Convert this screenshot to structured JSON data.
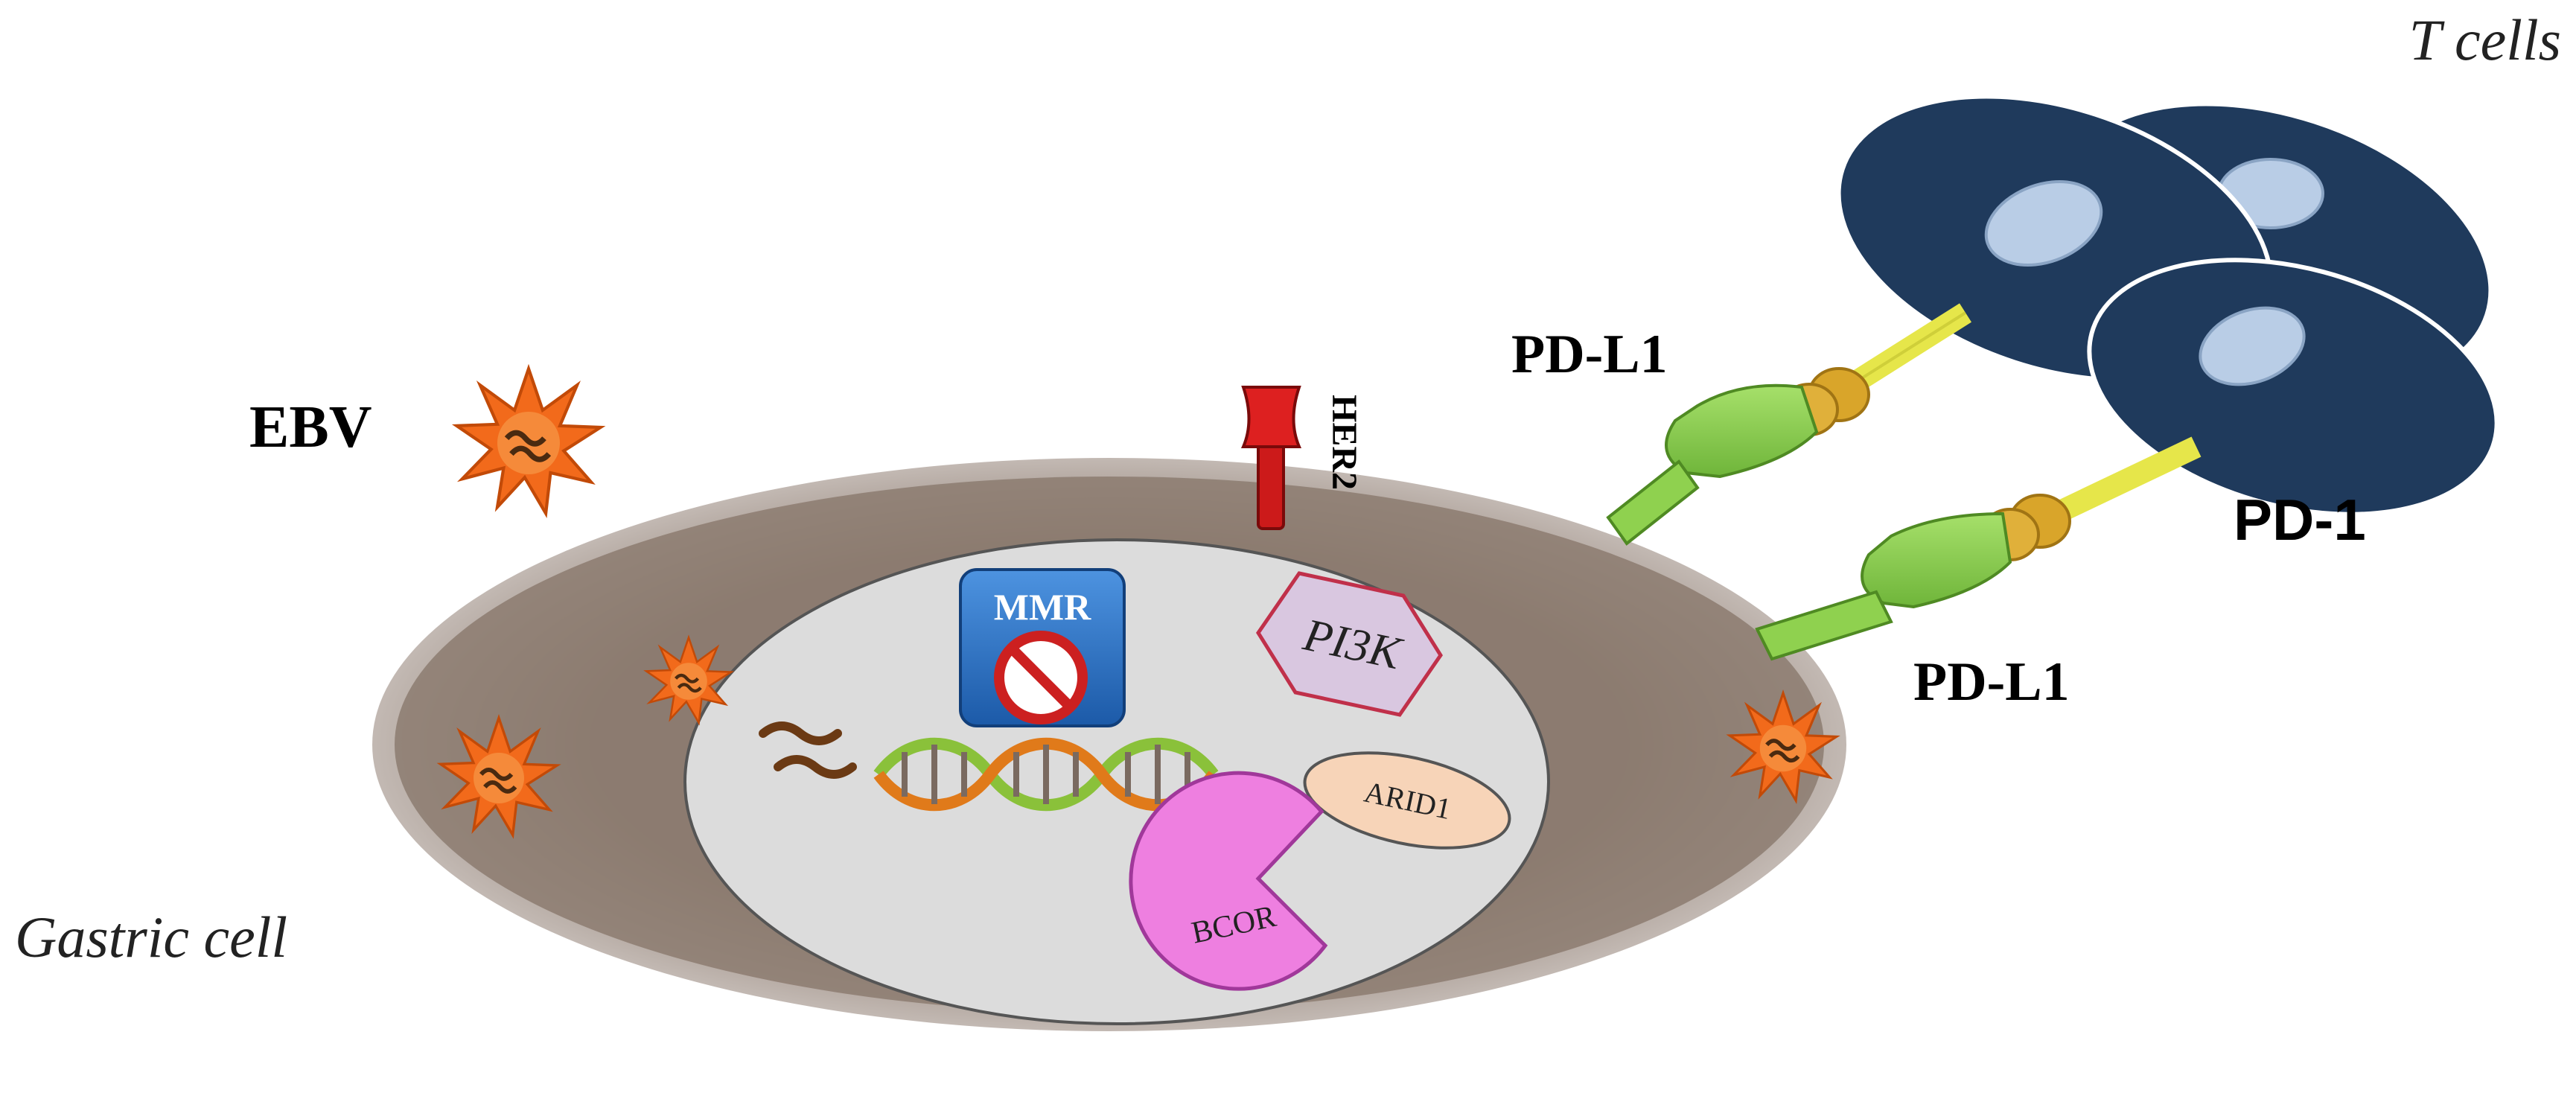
{
  "labels": {
    "t_cells": "T cells",
    "ebv": "EBV",
    "her2": "HER2",
    "pd_l1_top": "PD-L1",
    "pd_l1_bottom": "PD-L1",
    "pd_1": "PD-1",
    "mmr": "MMR",
    "pi3k": "PI3K",
    "arid1": "ARID1",
    "bcor": "BCOR",
    "gastric_cell": "Gastric cell"
  },
  "colors": {
    "cytoplasm": "#8c7b70",
    "nucleus": "#dcdcdc",
    "t_cell": "#1f3a5c",
    "t_cell_nucleus": "#b9cde6",
    "virus": "#f26a1b",
    "her2": "#cc1a1a",
    "pd_l1": "#8fd14f",
    "pd_1_stalk": "#e6e64a",
    "pd_1_head": "#d9a52a",
    "mmr_box": "#2a6fc4",
    "pi3k": "#d9c7e0",
    "arid1": "#f7d4b8",
    "bcor": "#ee7fe0"
  }
}
